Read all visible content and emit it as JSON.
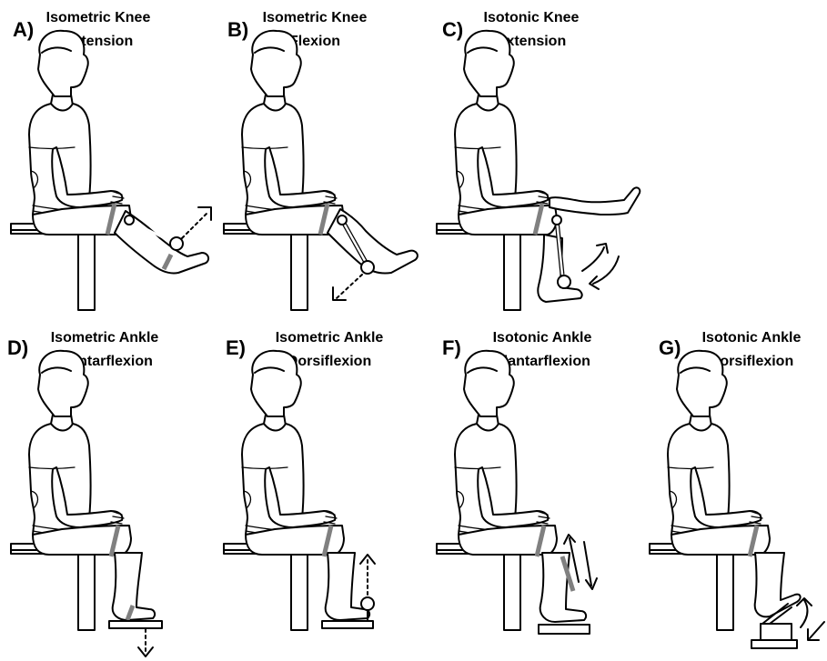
{
  "panels": [
    {
      "letter": "A)",
      "title_line1": "Isometric Knee",
      "title_line2": "Extension"
    },
    {
      "letter": "B)",
      "title_line1": "Isometric Knee",
      "title_line2": "Flexion"
    },
    {
      "letter": "C)",
      "title_line1": "Isotonic Knee",
      "title_line2": "Extension"
    },
    {
      "letter": "D)",
      "title_line1": "Isometric Ankle",
      "title_line2": "Plantarflexion"
    },
    {
      "letter": "E)",
      "title_line1": "Isometric Ankle",
      "title_line2": "Dorsiflexion"
    },
    {
      "letter": "F)",
      "title_line1": "Isotonic Ankle",
      "title_line2": "Plantarflexion"
    },
    {
      "letter": "G)",
      "title_line1": "Isotonic Ankle",
      "title_line2": "Dorsiflexion"
    }
  ],
  "colors": {
    "ink": "#000000",
    "strap": "#808080",
    "background": "#ffffff"
  }
}
